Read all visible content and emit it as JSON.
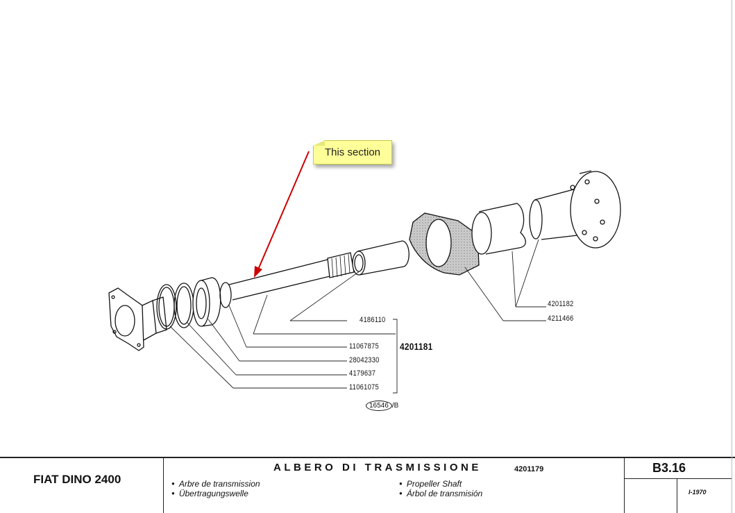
{
  "callout": {
    "text": "This section",
    "arrow_color": "#cc0000",
    "background": "#ffff99"
  },
  "part_numbers": {
    "p1": "4186110",
    "p2": "11067875",
    "p3": "28042330",
    "p4": "4179637",
    "p5": "11061075",
    "group": "4201181",
    "p6": "4201182",
    "p7": "4211466"
  },
  "drawing_number": {
    "circled": "16546",
    "suffix": "/B"
  },
  "footer": {
    "model": "FIAT DINO 2400",
    "title": "ALBERO DI TRASMISSIONE",
    "title_code": "4201179",
    "translations": {
      "fr": "Arbre de transmission",
      "de": "Übertragungswelle",
      "en": "Propeller Shaft",
      "es": "Árbol de transmisión"
    },
    "sheet": "B3.16",
    "date": "I-1970"
  }
}
